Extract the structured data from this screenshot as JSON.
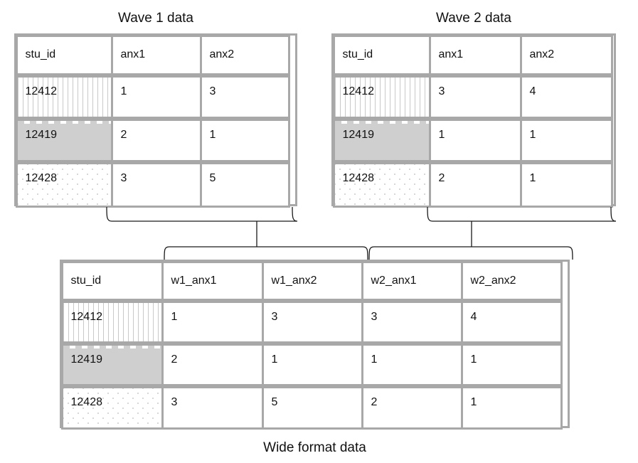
{
  "diagram": {
    "caption_bottom": "Wide format data"
  },
  "tables": {
    "wave1": {
      "title": "Wave 1 data",
      "columns": [
        "stu_id",
        "anx1",
        "anx2"
      ],
      "rows": [
        {
          "stu_id": "12412",
          "anx1": "1",
          "anx2": "3",
          "pattern": "vstripe-pattern"
        },
        {
          "stu_id": "12419",
          "anx1": "2",
          "anx2": "1",
          "pattern": "hdash-pattern"
        },
        {
          "stu_id": "12428",
          "anx1": "3",
          "anx2": "5",
          "pattern": "dots-pattern"
        }
      ],
      "fill": "#d5d5d5"
    },
    "wave2": {
      "title": "Wave 2 data",
      "columns": [
        "stu_id",
        "anx1",
        "anx2"
      ],
      "rows": [
        {
          "stu_id": "12412",
          "anx1": "3",
          "anx2": "4",
          "pattern": "vstripe-pattern"
        },
        {
          "stu_id": "12419",
          "anx1": "1",
          "anx2": "1",
          "pattern": "hdash-pattern"
        },
        {
          "stu_id": "12428",
          "anx1": "2",
          "anx2": "1",
          "pattern": "dots-pattern"
        }
      ],
      "fill": "#f0f0f0"
    },
    "wide": {
      "title": "Wide format data",
      "columns": [
        "stu_id",
        "w1_anx1",
        "w1_anx2",
        "w2_anx1",
        "w2_anx2"
      ],
      "rows": [
        {
          "stu_id": "12412",
          "w1_anx1": "1",
          "w1_anx2": "3",
          "w2_anx1": "3",
          "w2_anx2": "4",
          "pattern": "vstripe-pattern"
        },
        {
          "stu_id": "12419",
          "w1_anx1": "2",
          "w1_anx2": "1",
          "w2_anx1": "1",
          "w2_anx2": "1",
          "pattern": "hdash-pattern"
        },
        {
          "stu_id": "12428",
          "w1_anx1": "3",
          "w1_anx2": "5",
          "w2_anx1": "2",
          "w2_anx2": "1",
          "pattern": "dots-pattern"
        }
      ],
      "fill_w1": "#d5d5d5",
      "fill_w2": "#f0f0f0"
    }
  },
  "colors": {
    "border": "#a8a8a8",
    "connector": "#1a1a1a",
    "text": "#111111"
  }
}
